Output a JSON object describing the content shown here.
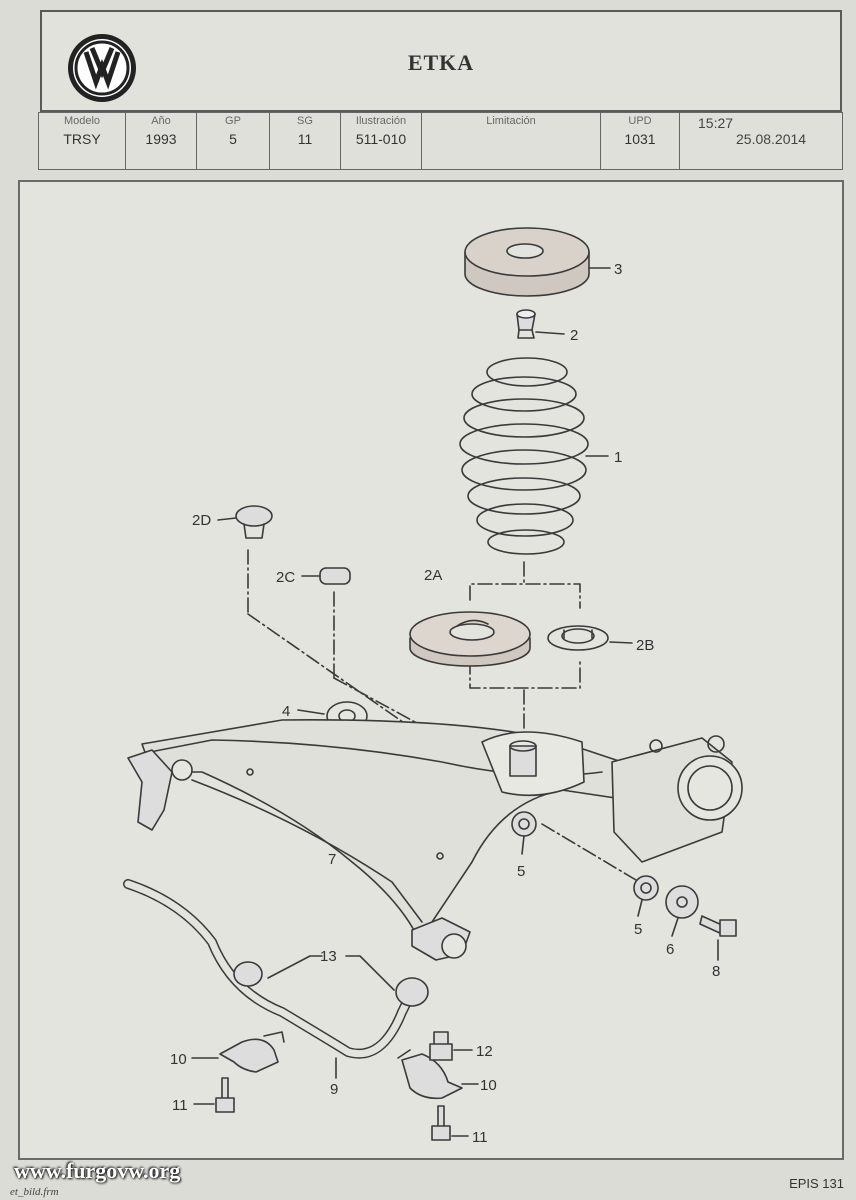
{
  "header": {
    "title": "ETKA",
    "logo": "vw-logo"
  },
  "meta": {
    "modelo_label": "Modelo",
    "modelo": "TRSY",
    "ano_label": "Año",
    "ano": "1993",
    "gp_label": "GP",
    "gp": "5",
    "sg_label": "SG",
    "sg": "11",
    "ilustracion_label": "Ilustración",
    "ilustracion": "511-010",
    "limitacion_label": "Limitación",
    "upd_label": "UPD",
    "upd": "1031",
    "time": "15:27",
    "date": "25.08.2014"
  },
  "callouts": {
    "c1": "1",
    "c2": "2",
    "c2a": "2A",
    "c2b": "2B",
    "c2c": "2C",
    "c2d": "2D",
    "c3": "3",
    "c4": "4",
    "c5a": "5",
    "c5b": "5",
    "c6": "6",
    "c7": "7",
    "c8": "8",
    "c9": "9",
    "c10a": "10",
    "c10b": "10",
    "c11a": "11",
    "c11b": "11",
    "c12": "12",
    "c13": "13"
  },
  "footer": {
    "watermark": "www.furgovw.org",
    "form": "et_bild.frm",
    "page": "EPIS 131"
  }
}
